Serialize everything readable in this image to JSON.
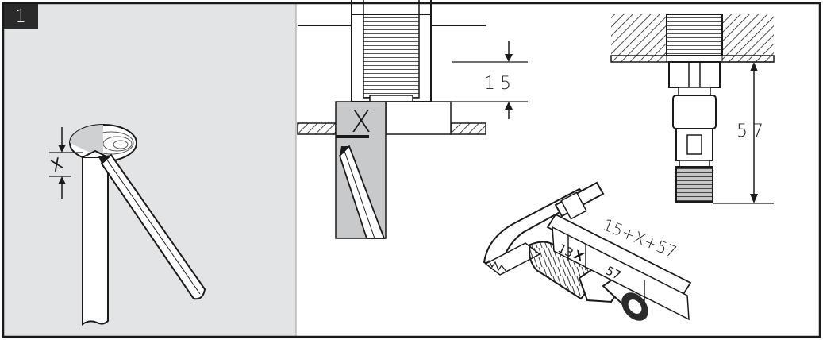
{
  "step": {
    "number": "1"
  },
  "panel_left": {
    "dimension_label": "X"
  },
  "panel_mid": {
    "dimension_label": "15",
    "marker_label": "X"
  },
  "panel_right_top": {
    "dimension_label": "57"
  },
  "panel_right_bottom": {
    "formula_label": "15+X+57",
    "tape_marks": [
      "13",
      "X",
      "57"
    ]
  },
  "colors": {
    "frame": "#1a1a1a",
    "left_panel_bg": "#e3e4e6",
    "probe_fill": "#c8c9cb",
    "step_badge": "#2a2a2a"
  },
  "icons": [
    "pencil-icon",
    "saw-icon",
    "ruler-icon"
  ]
}
